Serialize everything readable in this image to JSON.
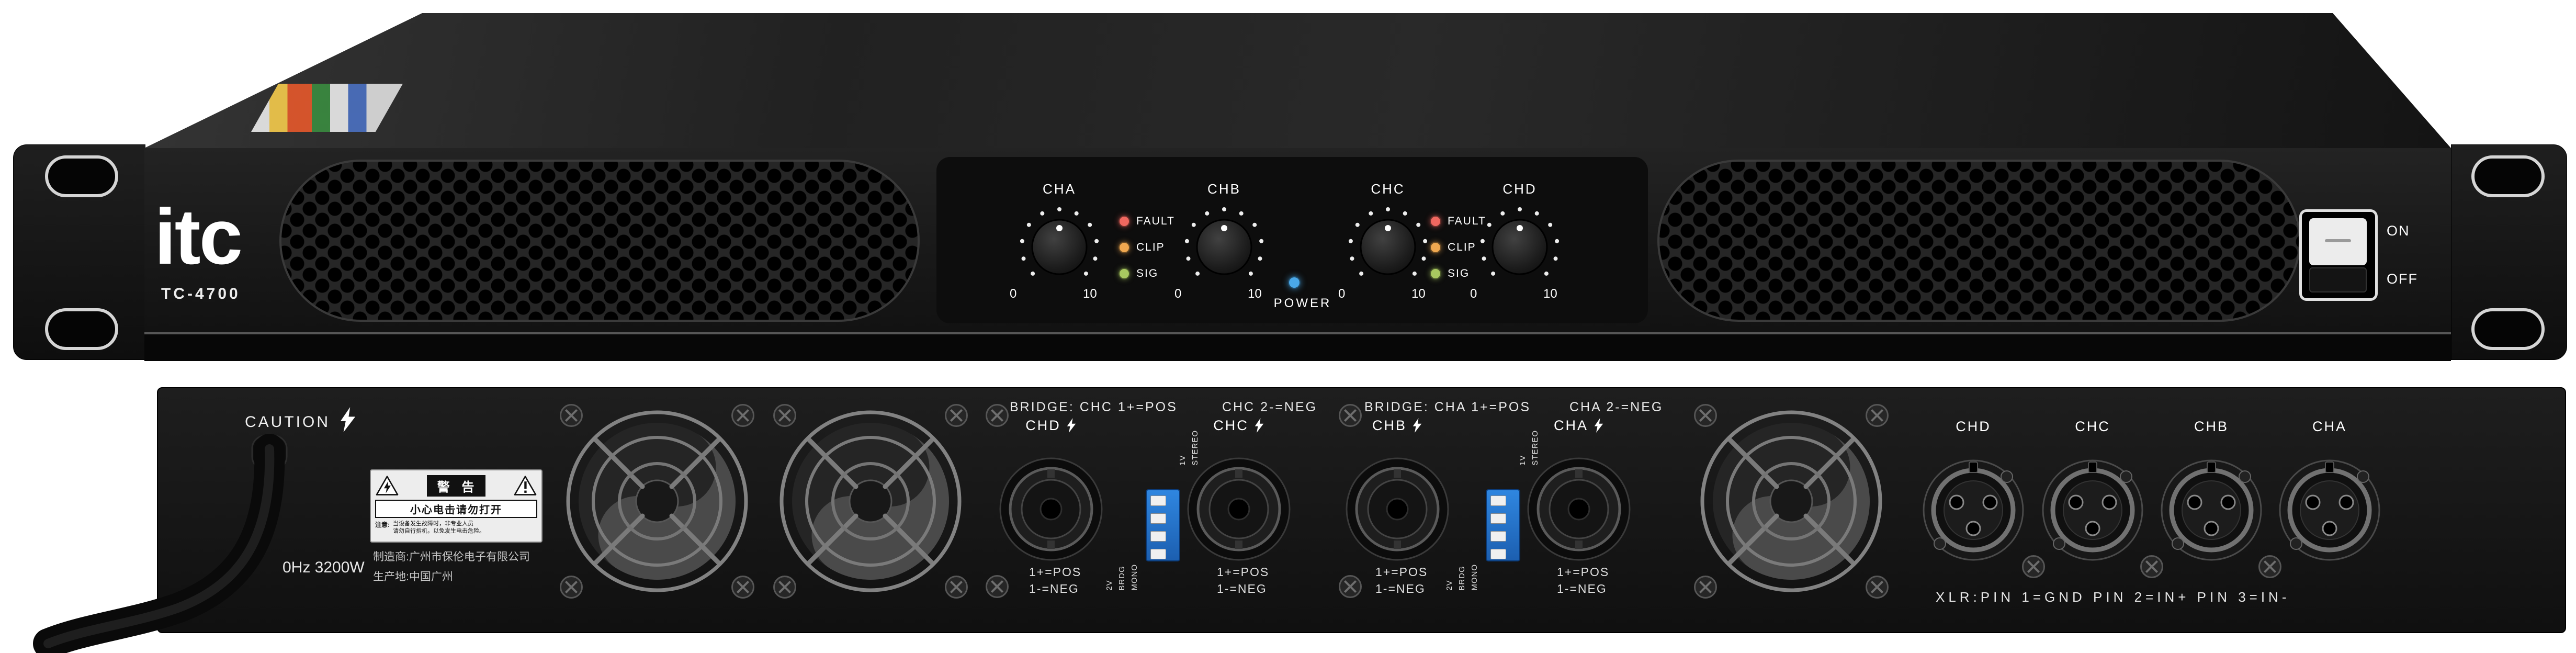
{
  "front": {
    "brand": "itc",
    "model": "TC-4700",
    "channels": [
      "CHA",
      "CHB",
      "CHC",
      "CHD"
    ],
    "scale_min": "0",
    "scale_max": "10",
    "leds": [
      "FAULT",
      "CLIP",
      "SIG"
    ],
    "power_label": "POWER",
    "switch": {
      "on": "ON",
      "off": "OFF"
    }
  },
  "rear": {
    "caution": "CAUTION",
    "power_spec": "0Hz 3200W",
    "manufacturer": "制造商:广州市保伦电子有限公司",
    "origin": "生产地:中国广州",
    "warning": {
      "title": "警 告",
      "subtitle": "小心电击请勿打开",
      "note_label": "注意:",
      "note_l1": "当设备发生故障时，非专业人员",
      "note_l2": "请勿自行拆机，以免发生电击危险。"
    },
    "bridge_left_1": "BRIDGE: CHC 1+=POS",
    "bridge_left_2": "CHC 2-=NEG",
    "bridge_right_1": "BRIDGE: CHA 1+=POS",
    "bridge_right_2": "CHA 2-=NEG",
    "speakon_channels": [
      "CHD",
      "CHC",
      "CHB",
      "CHA"
    ],
    "polarity_pos": "1+=POS",
    "polarity_neg": "1-=NEG",
    "dip": {
      "top_labels": [
        "1V",
        "STEREO"
      ],
      "bottom_labels": [
        "2V",
        "BRDG",
        "MONO"
      ]
    },
    "xlr_channels": [
      "CHD",
      "CHC",
      "CHB",
      "CHA"
    ],
    "xlr_note": "XLR:PIN 1=GND PIN 2=IN+ PIN 3=IN-"
  },
  "colors": {
    "led_fault": "#f06860",
    "led_clip": "#f0a850",
    "led_sig": "#a8c860",
    "power_led": "#4aa8e8",
    "dip_switch": "#2f86e0",
    "chassis": "#1a1a1a"
  },
  "icons": {
    "lightning": "high-voltage bolt",
    "screw": "cross-head screw",
    "warning_triangle": "triangle warning"
  }
}
